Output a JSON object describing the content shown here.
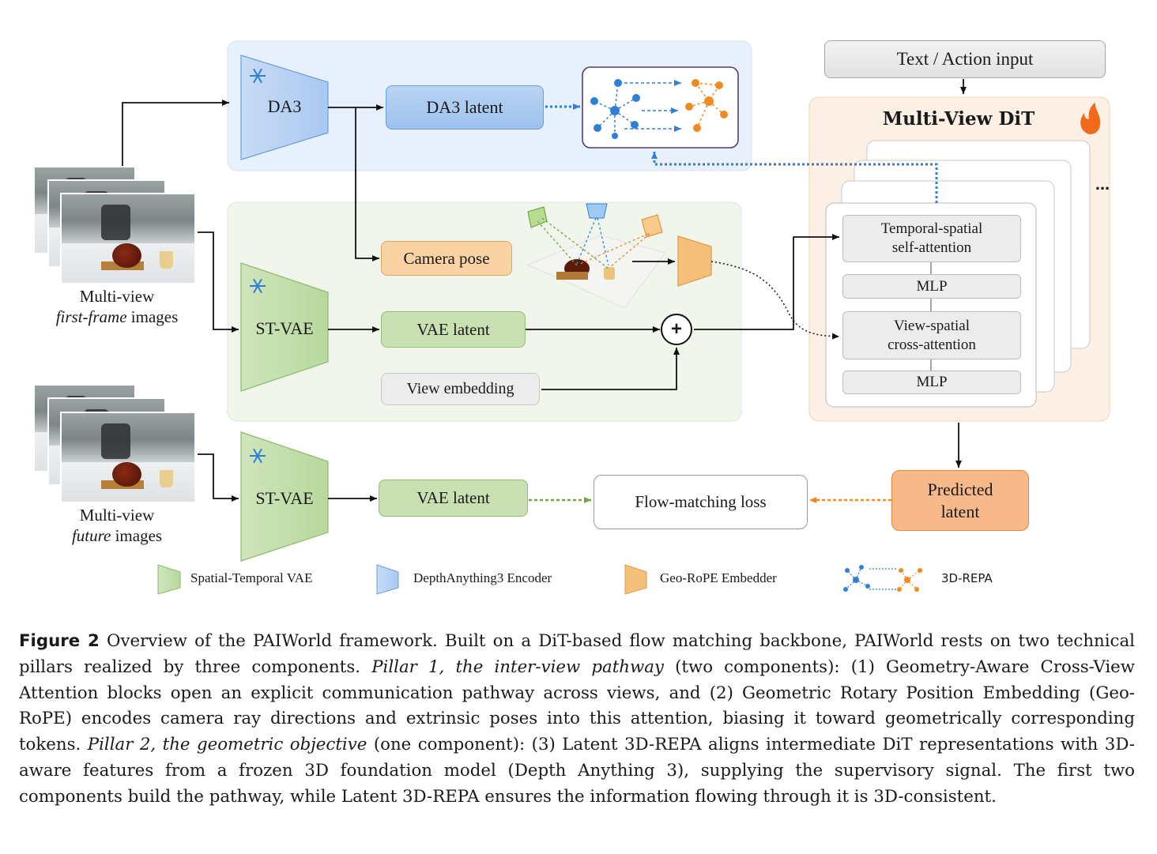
{
  "diagram": {
    "da3_block": {
      "encoder_label": "DA3",
      "latent_label": "DA3 latent"
    },
    "first_frame_input": {
      "label_line1": "Multi-view",
      "label_italic": "first-frame",
      "label_rest": "images"
    },
    "future_input": {
      "label_line1": "Multi-view",
      "label_italic": "future",
      "label_rest": "images"
    },
    "st_vae_top": {
      "encoder_label": "ST-VAE",
      "latent_label": "VAE latent"
    },
    "camera_pose_label": "Camera pose",
    "view_embedding_label": "View embedding",
    "plus_symbol": "+",
    "st_vae_bottom": {
      "encoder_label": "ST-VAE",
      "latent_label": "VAE latent"
    },
    "flow_matching_label": "Flow-matching loss",
    "text_action_label": "Text / Action input",
    "dit": {
      "title": "Multi-View DiT",
      "blocks": [
        "Temporal-spatial self-attention",
        "MLP",
        "View-spatial cross-attention",
        "MLP"
      ],
      "block_lines": [
        [
          "Temporal-spatial",
          "self-attention"
        ],
        [
          "MLP"
        ],
        [
          "View-spatial",
          "cross-attention"
        ],
        [
          "MLP"
        ]
      ],
      "ellipsis": "..."
    },
    "predicted_latent": {
      "line1": "Predicted",
      "line2": "latent"
    },
    "legend": [
      {
        "label": "Spatial-Temporal VAE",
        "color": "#a9d08e"
      },
      {
        "label": "DepthAnything3 Encoder",
        "color": "#8fb8ea"
      },
      {
        "label": "Geo-RoPE Embedder",
        "color": "#f5c07a"
      },
      {
        "label": "3D-REPA",
        "color": "#2f7fd8"
      }
    ],
    "colors": {
      "blue_panel": "#e8f1fb",
      "green_panel": "#f1f6ec",
      "orange_panel": "#fdf0e4",
      "flame": "#f06a1a"
    }
  },
  "caption": {
    "figure_label": "Figure 2",
    "parts": [
      " Overview of the PAIWorld framework. Built on a DiT-based flow matching backbone, PAIWorld rests on two technical pillars realized by three components. ",
      "Pillar 1, the inter-view pathway",
      " (two components): (1) Geometry-Aware Cross-View Attention blocks open an explicit communication pathway across views, and (2) Geometric Rotary Position Embedding (Geo-RoPE) encodes camera ray directions and extrinsic poses into this attention, biasing it toward geometrically corresponding tokens. ",
      "Pillar 2, the geometric objective",
      " (one component): (3) Latent 3D-REPA aligns intermediate DiT representations with 3D-aware features from a frozen 3D foundation model (Depth Anything 3), supplying the supervisory signal. The first two components build the pathway, while Latent 3D-REPA ensures the information flowing through it is 3D-consistent."
    ]
  }
}
